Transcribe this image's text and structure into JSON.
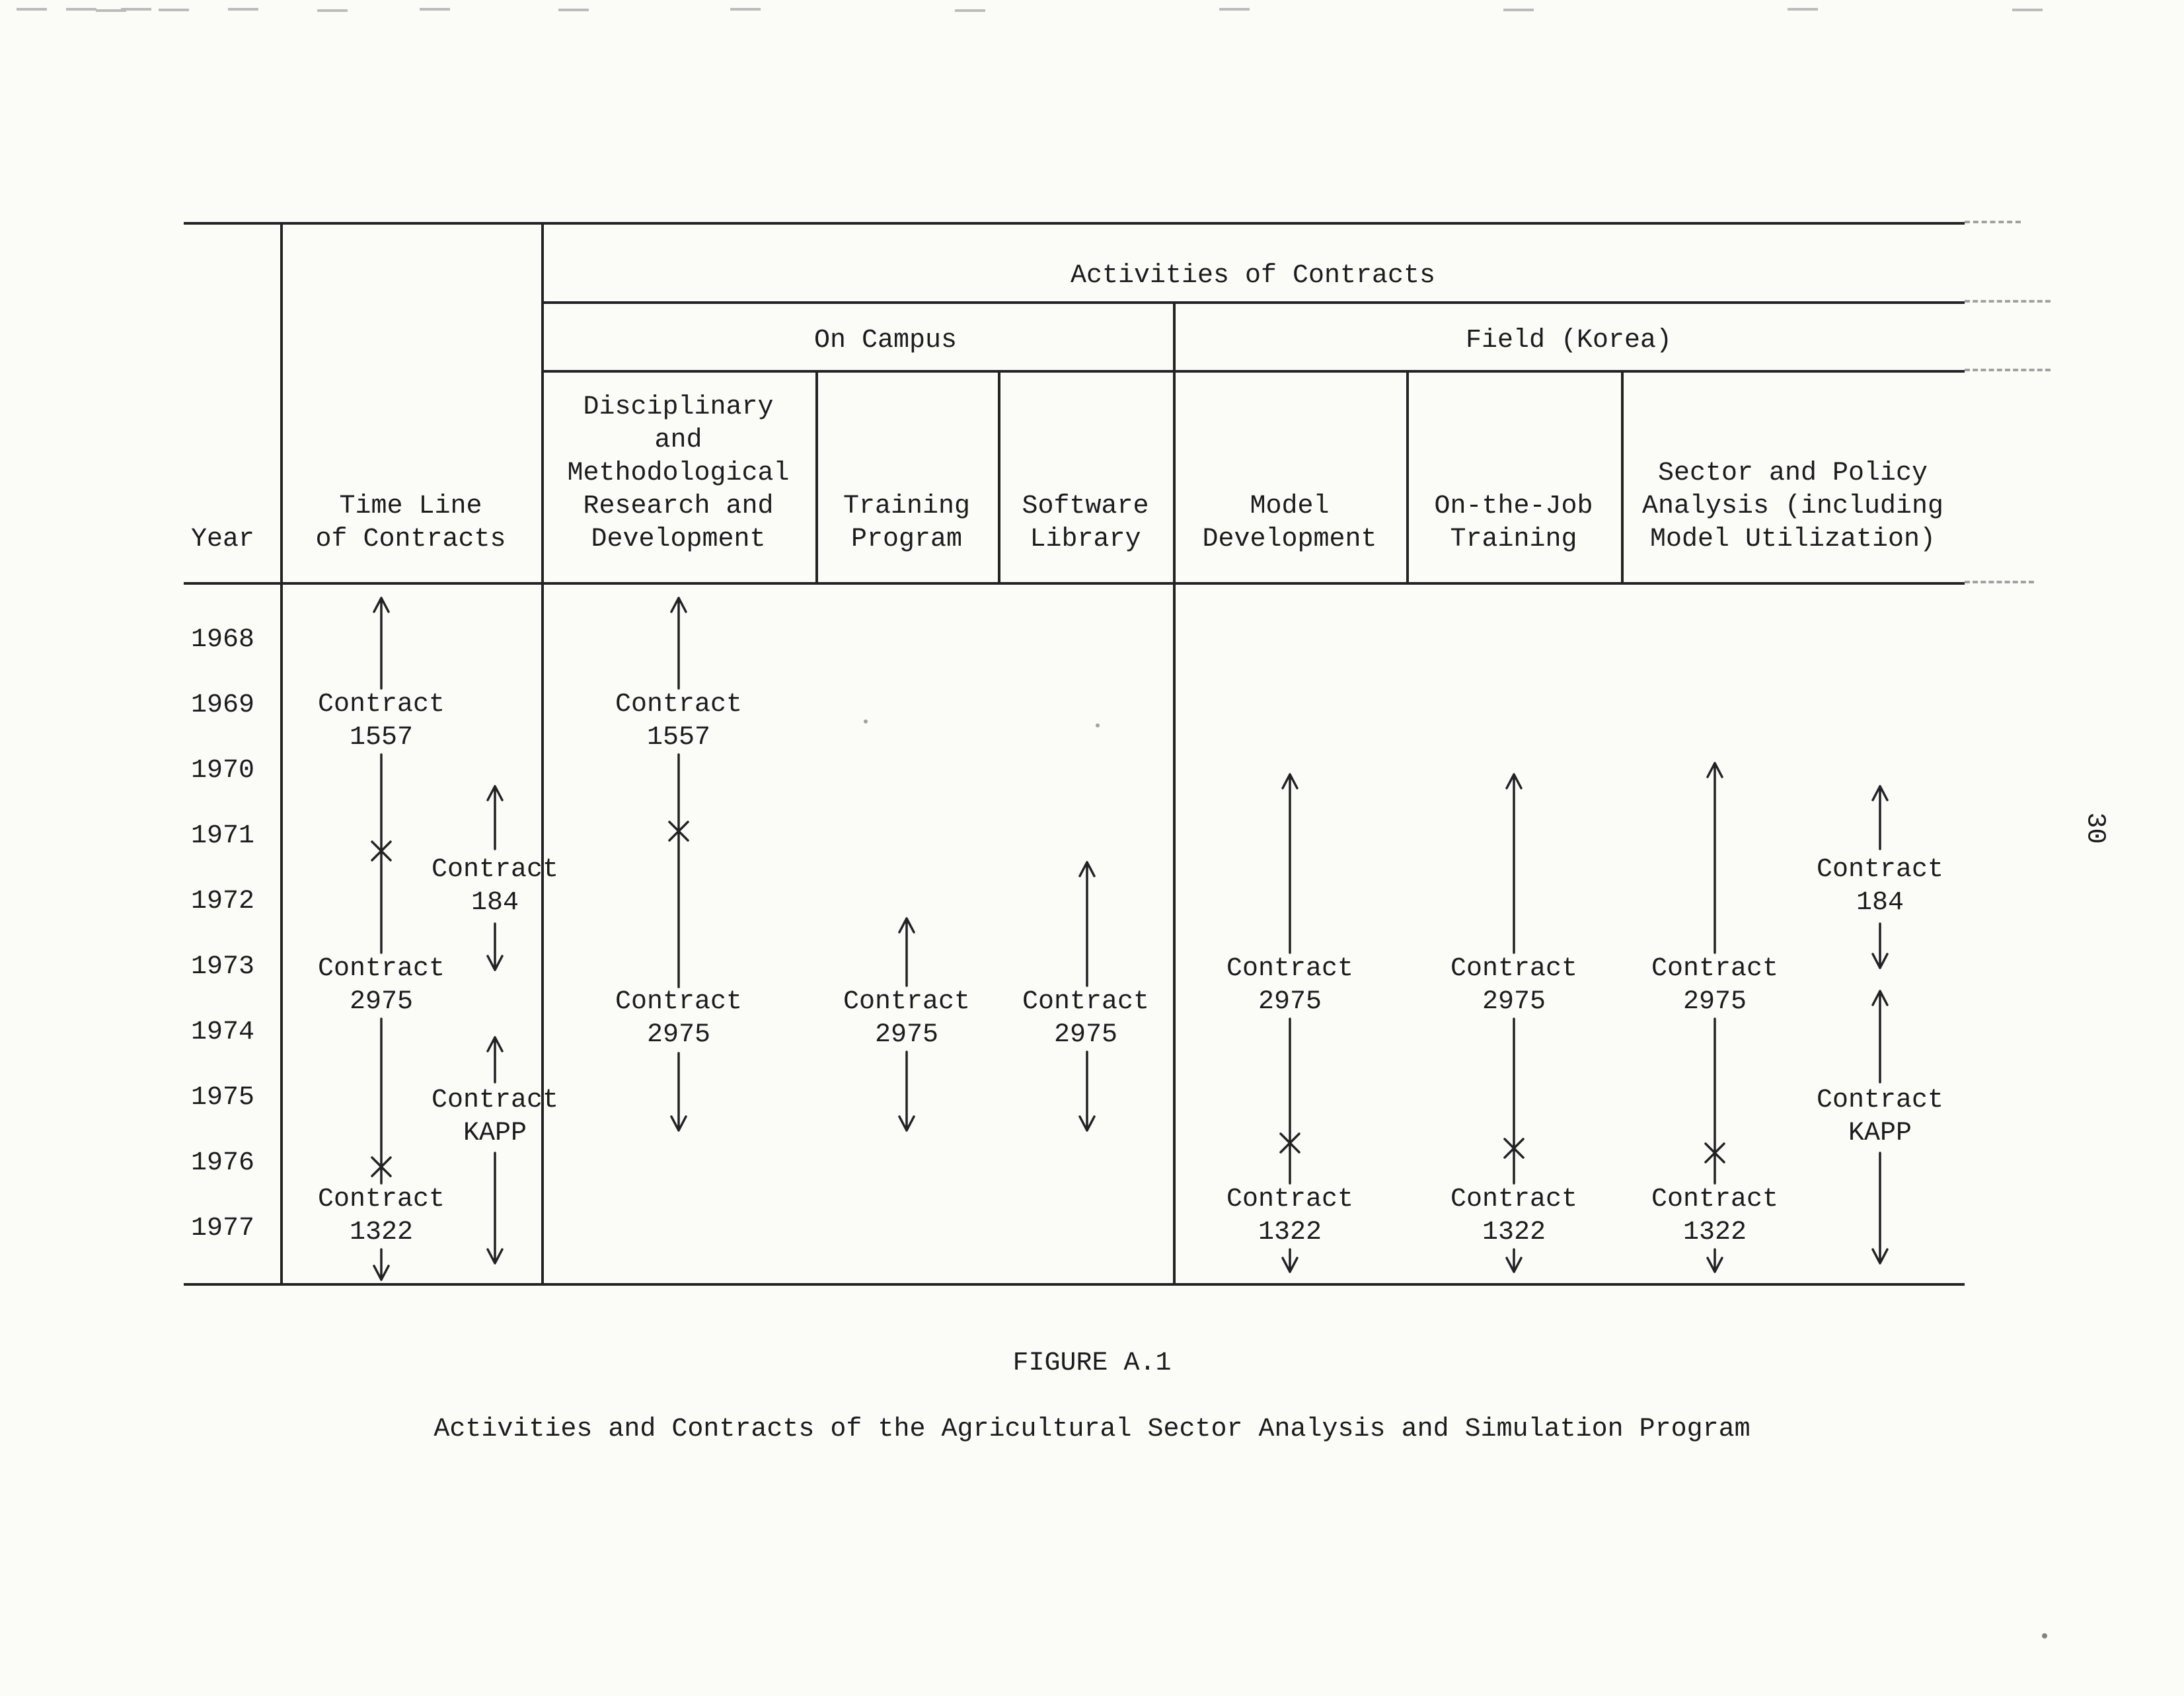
{
  "page": {
    "page_number": "30",
    "figure_label": "FIGURE A.1",
    "figure_caption": "Activities and Contracts of the Agricultural Sector Analysis and Simulation Program"
  },
  "table": {
    "activities_header": "Activities of Contracts",
    "on_campus_header": "On Campus",
    "field_header": "Field (Korea)",
    "columns": {
      "year": "Year",
      "timeline": "Time Line\nof Contracts",
      "disciplinary": "Disciplinary\nand\nMethodological\nResearch and\nDevelopment",
      "training": "Training\nProgram",
      "software": "Software\nLibrary",
      "model": "Model\nDevelopment",
      "ojt": "On-the-Job\nTraining",
      "sector": "Sector and Policy\nAnalysis (including\nModel Utilization)"
    },
    "years": [
      "1968",
      "1969",
      "1970",
      "1971",
      "1972",
      "1973",
      "1974",
      "1975",
      "1976",
      "1977"
    ]
  },
  "contracts": {
    "c1557": "Contract\n1557",
    "c2975": "Contract\n2975",
    "c1322": "Contract\n1322",
    "c184": "Contract\n184",
    "kapp": "Contract\nKAPP"
  },
  "timeline_spans": [
    {
      "column": "Time Line of Contracts",
      "contract": "1557",
      "from": 1968,
      "to": 1971.3,
      "end_marker": "x"
    },
    {
      "column": "Time Line of Contracts",
      "contract": "184",
      "from": 1970.4,
      "to": 1973.1
    },
    {
      "column": "Time Line of Contracts",
      "contract": "2975",
      "from": 1971.3,
      "to": 1976.1,
      "start_marker": "x",
      "end_marker": "x"
    },
    {
      "column": "Time Line of Contracts",
      "contract": "KAPP",
      "from": 1974.2,
      "to": 1977.6
    },
    {
      "column": "Time Line of Contracts",
      "contract": "1322",
      "from": 1976.1,
      "to": 1977.8,
      "start_marker": "x"
    },
    {
      "column": "Disciplinary and Methodological Research and Development",
      "contract": "1557",
      "from": 1968,
      "to": 1971,
      "end_marker": "x"
    },
    {
      "column": "Disciplinary and Methodological Research and Development",
      "contract": "2975",
      "from": 1971,
      "to": 1975.5
    },
    {
      "column": "Training Program",
      "contract": "2975",
      "from": 1972.5,
      "to": 1975.5
    },
    {
      "column": "Software Library",
      "contract": "2975",
      "from": 1971.6,
      "to": 1975.5
    },
    {
      "column": "Model Development",
      "contract": "2975",
      "from": 1970,
      "to": 1975.7,
      "end_marker": "x"
    },
    {
      "column": "Model Development",
      "contract": "1322",
      "from": 1975.7,
      "to": 1977.7,
      "start_marker": "x"
    },
    {
      "column": "On-the-Job Training",
      "contract": "2975",
      "from": 1970,
      "to": 1975.8,
      "end_marker": "x"
    },
    {
      "column": "On-the-Job Training",
      "contract": "1322",
      "from": 1975.8,
      "to": 1977.7,
      "start_marker": "x"
    },
    {
      "column": "Sector and Policy Analysis (including Model Utilization)",
      "contract": "2975",
      "from": 1969.9,
      "to": 1975.8,
      "end_marker": "x"
    },
    {
      "column": "Sector and Policy Analysis (including Model Utilization)",
      "contract": "1322",
      "from": 1975.8,
      "to": 1977.7,
      "start_marker": "x"
    },
    {
      "column": "Sector and Policy Analysis (including Model Utilization)",
      "contract": "184",
      "from": 1970.4,
      "to": 1973.1
    },
    {
      "column": "Sector and Policy Analysis (including Model Utilization)",
      "contract": "KAPP",
      "from": 1973.5,
      "to": 1977.6
    }
  ]
}
